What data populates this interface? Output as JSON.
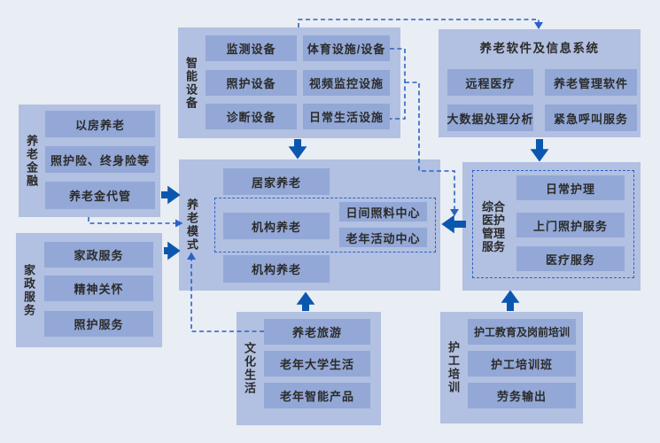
{
  "colors": {
    "background": "#e9edf4",
    "group_fill": "#b2c0e1",
    "node_fill": "#93a8d6",
    "arrow_solid": "#0b57af",
    "connector_dashed": "#2b62c4",
    "text": "#2b2b2b"
  },
  "groups": {
    "smart_devices": {
      "label": "智能设备",
      "col1": [
        "监测设备",
        "照护设备",
        "诊断设备"
      ],
      "col2": [
        "体育设施/设备",
        "视频监控设施",
        "日常生活设施"
      ]
    },
    "software_systems": {
      "title": "养老软件及信息系统",
      "items": [
        "远程医疗",
        "养老管理软件",
        "大数据处理分析",
        "紧急呼叫服务"
      ]
    },
    "pension_finance": {
      "label": "养老金融",
      "items": [
        "以房养老",
        "照护险、终身险等",
        "养老金代管"
      ]
    },
    "housekeeping": {
      "label": "家政服务",
      "items": [
        "家政服务",
        "精神关怀",
        "照护服务"
      ]
    },
    "care_models": {
      "label": "养老模式",
      "home_care": "居家养老",
      "institution_care_1": "机构养老",
      "day_care_center": "日间照料中心",
      "senior_activity_center": "老年活动中心",
      "institution_care_2": "机构养老"
    },
    "integrated_medical_care": {
      "label": "综合医护管理服务",
      "items": [
        "日常护理",
        "上门照护服务",
        "医疗服务"
      ]
    },
    "cultural_life": {
      "label": "文化生活",
      "items": [
        "养老旅游",
        "老年大学生活",
        "老年智能产品"
      ]
    },
    "caregiver_training": {
      "label": "护工培训",
      "items": [
        "护工教育及岗前培训",
        "护工培训班",
        "劳务输出"
      ]
    }
  }
}
